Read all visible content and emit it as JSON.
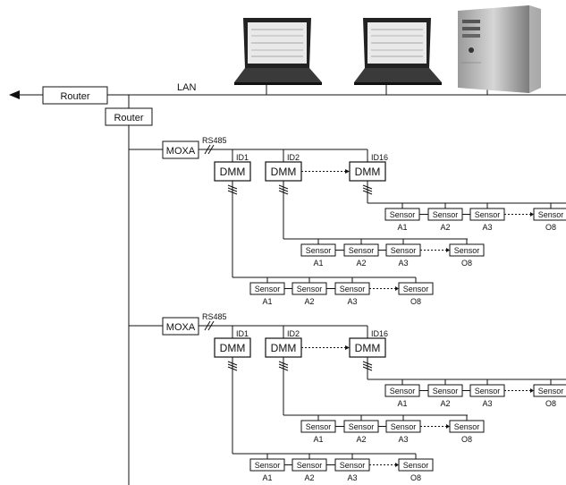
{
  "network": {
    "lan_label": "LAN",
    "router_left_label": "Router",
    "router_main_label": "Router"
  },
  "devices": {
    "laptops": [
      {
        "icon": "laptop-icon"
      },
      {
        "icon": "laptop-icon"
      }
    ],
    "server": {
      "icon": "desktop-tower-icon"
    }
  },
  "groups": [
    {
      "moxa_label": "MOXA",
      "bus_label": "RS485",
      "dmms": [
        {
          "id_label": "ID1",
          "label": "DMM"
        },
        {
          "id_label": "ID2",
          "label": "DMM"
        },
        {
          "id_label": "ID16",
          "label": "DMM"
        }
      ],
      "sensor_box_label": "Sensor",
      "sensor_ids": [
        "A1",
        "A2",
        "A3",
        "O8"
      ]
    },
    {
      "moxa_label": "MOXA",
      "bus_label": "RS485",
      "dmms": [
        {
          "id_label": "ID1",
          "label": "DMM"
        },
        {
          "id_label": "ID2",
          "label": "DMM"
        },
        {
          "id_label": "ID16",
          "label": "DMM"
        }
      ],
      "sensor_box_label": "Sensor",
      "sensor_ids": [
        "A1",
        "A2",
        "A3",
        "O8"
      ]
    }
  ]
}
